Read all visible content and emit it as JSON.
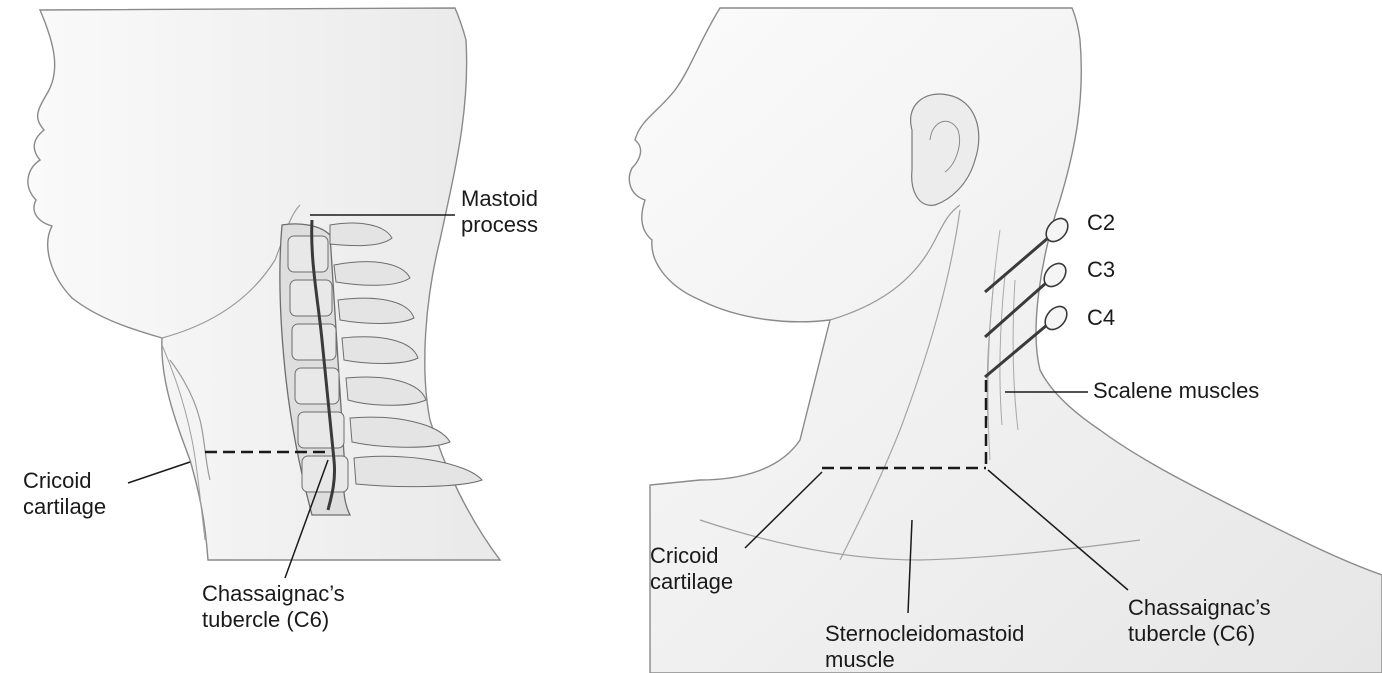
{
  "left_panel": {
    "labels": {
      "mastoid": [
        "Mastoid",
        "process"
      ],
      "cricoid": [
        "Cricoid",
        "cartilage"
      ],
      "chassaignac": [
        "Chassaignac’s",
        "tubercle (C6)"
      ]
    }
  },
  "right_panel": {
    "labels": {
      "c2": "C2",
      "c3": "C3",
      "c4": "C4",
      "scalene": "Scalene muscles",
      "cricoid": [
        "Cricoid",
        "cartilage"
      ],
      "scm": [
        "Sternocleidomastoid",
        "muscle"
      ],
      "chassaignac": [
        "Chassaignac’s",
        "tubercle (C6)"
      ]
    }
  },
  "colors": {
    "skin_fill": "#f2f2f2",
    "outline": "#6b6b6b",
    "bone_fill": "#dcdcdc",
    "leader_line": "#1a1a1a"
  }
}
